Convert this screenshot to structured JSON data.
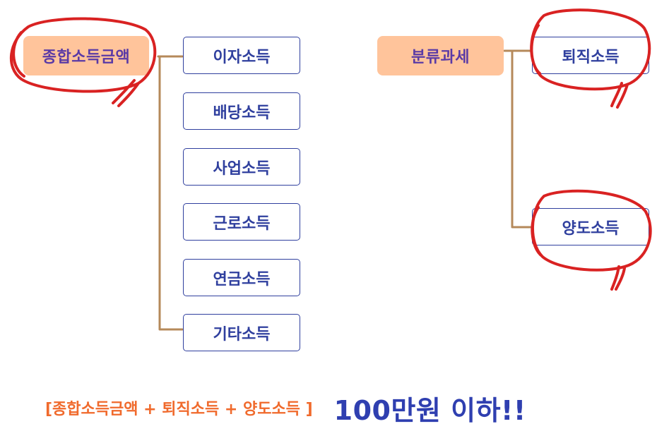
{
  "left_group": {
    "label": "종합소득금액",
    "items": [
      "이자소득",
      "배당소득",
      "사업소득",
      "근로소득",
      "연금소득",
      "기타소득"
    ]
  },
  "right_group": {
    "label": "분류과세",
    "items": [
      "퇴직소득",
      "양도소득"
    ]
  },
  "footer": {
    "formula": "[종합소득금액 + 퇴직소득 + 양도소득 ]",
    "limit": "100만원 이하!!"
  },
  "colors": {
    "pill_fill": "#ffc49b",
    "pill_text": "#5a3aa6",
    "box_border": "#2f3f9e",
    "box_text": "#2f3f9e",
    "connector": "#b5895a",
    "annotation_circle": "#d92222",
    "formula_text": "#f06a2c",
    "limit_text": "#2f3fb0"
  }
}
